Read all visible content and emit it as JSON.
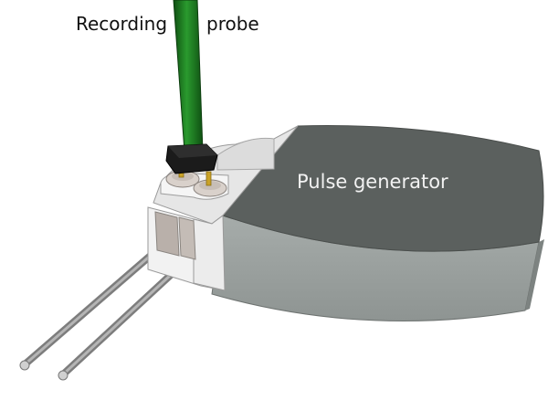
{
  "labels": {
    "recording": "Recording",
    "probe": "probe",
    "pulse_generator": "Pulse generator"
  },
  "colors": {
    "generator_top": "#5b605e",
    "generator_side": "#9aa09e",
    "header_block": "#e4e4e4",
    "probe_shaft": "#1f7a22",
    "probe_tip": "#1b1b1b",
    "contact_pin": "#c9a227",
    "electrode_lead": "#8c8c8c"
  }
}
